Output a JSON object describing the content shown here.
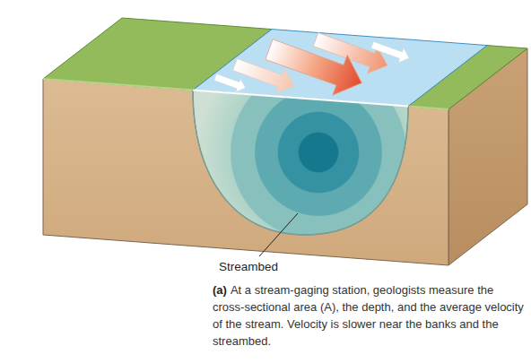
{
  "diagram": {
    "caption": "At a stream-gaging station, geologists measure the cross-sectional area (A), the depth, and the average velocity of the stream. Velocity is slower near the banks and the streambed.",
    "labels": [
      "Streambed",
      "(a)"
    ]
  }
}
